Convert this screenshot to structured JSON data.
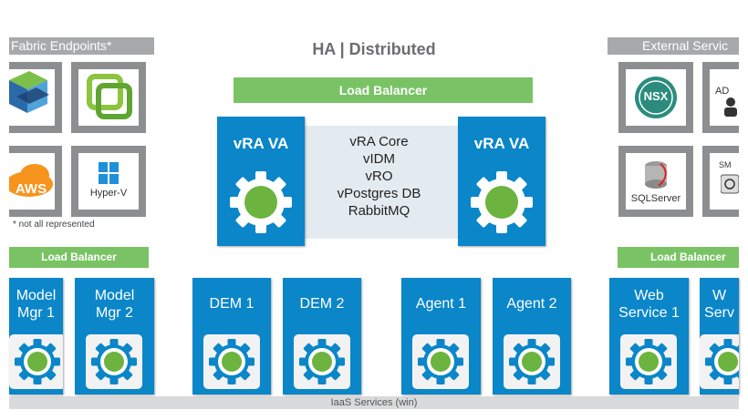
{
  "title": "HA | Distributed",
  "fabric_endpoints": {
    "header": "Fabric Endpoints*",
    "note": "* not all represented",
    "tiles": [
      {
        "icon": "vmware-logo-icon",
        "label": ""
      },
      {
        "icon": "vsphere-logo-icon",
        "label": ""
      },
      {
        "icon": "aws-cloud-icon",
        "label": "AWS"
      },
      {
        "icon": "hyperv-windows-icon",
        "label": "Hyper-V"
      }
    ]
  },
  "external_services": {
    "header": "External Servic",
    "tiles": [
      {
        "icon": "nsx-logo-icon",
        "label": "NSX"
      },
      {
        "icon": "active-directory-icon",
        "label": "AD"
      },
      {
        "icon": "sql-server-icon",
        "label": "SQLServer"
      },
      {
        "icon": "smtp-mail-icon",
        "label": "SM"
      }
    ]
  },
  "load_balancers": {
    "top": "Load Balancer",
    "left": "Load Balancer",
    "right": "Load Balancer"
  },
  "vra": {
    "left_title": "vRA VA",
    "right_title": "vRA VA",
    "services": [
      "vRA Core",
      "vIDM",
      "vRO",
      "vPostgres DB",
      "RabbitMQ"
    ]
  },
  "components": [
    {
      "line1": "Model",
      "line2": "Mgr 1"
    },
    {
      "line1": "Model",
      "line2": "Mgr 2"
    },
    {
      "line1": "DEM 1",
      "line2": ""
    },
    {
      "line1": "DEM 2",
      "line2": ""
    },
    {
      "line1": "Agent 1",
      "line2": ""
    },
    {
      "line1": "Agent 2",
      "line2": ""
    },
    {
      "line1": "Web",
      "line2": "Service 1"
    },
    {
      "line1": "W",
      "line2": "Serv"
    }
  ],
  "iaas_label": "IaaS Services (win)",
  "colors": {
    "blue": "#0a86c9",
    "green": "#79c365",
    "gray_header": "#a7a9ab",
    "gear_ring": "#0a86c9",
    "gear_center": "#6db33f"
  }
}
